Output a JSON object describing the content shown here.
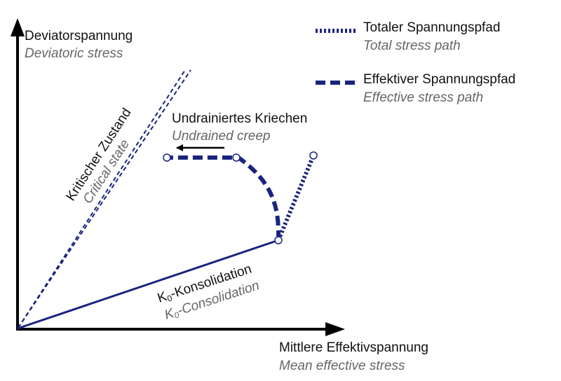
{
  "y_axis": {
    "label_de": "Deviatorspannung",
    "label_en": "Deviatoric stress"
  },
  "x_axis": {
    "label_de": "Mittlere Effektivspannung",
    "label_en": "Mean effective stress"
  },
  "critical_state": {
    "label_de": "Kritischer Zustand",
    "label_en": "Critical state"
  },
  "creep": {
    "label_de": "Undrainiertes Kriechen",
    "label_en": "Undrained creep"
  },
  "k0": {
    "label_de_k": "K",
    "label_de_sub": "0",
    "label_de_rest": "-Konsolidation",
    "label_en_k": "K",
    "label_en_sub": "0",
    "label_en_rest": "-Consolidation"
  },
  "legend": {
    "total": {
      "label_de": "Totaler Spannungspfad",
      "label_en": "Total stress path"
    },
    "effective": {
      "label_de": "Effektiver Spannungspfad",
      "label_en": "Effective stress path"
    }
  },
  "colors": {
    "path": "#1a237e",
    "axis": "#000000",
    "text_de": "#111111",
    "text_en": "#666666"
  }
}
